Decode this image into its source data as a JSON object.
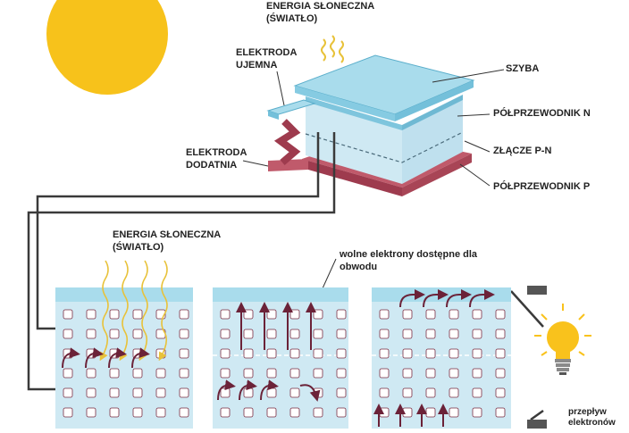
{
  "labels": {
    "sunlight_top_line1": "ENERGIA SŁONECZNA",
    "sunlight_top_line2": "(ŚWIATŁO)",
    "neg_electrode_line1": "ELEKTRODA",
    "neg_electrode_line2": "UJEMNA",
    "pos_electrode_line1": "ELEKTRODA",
    "pos_electrode_line2": "DODATNIA",
    "glass": "SZYBA",
    "n_type": "PÓŁPRZEWODNIK N",
    "pn_junction": "ZŁĄCZE P-N",
    "p_type": "PÓŁPRZEWODNIK P",
    "sunlight_panel_line1": "ENERGIA SŁONECZNA",
    "sunlight_panel_line2": "(ŚWIATŁO)",
    "free_electrons_line1": "wolne elektrony dostępne dla",
    "free_electrons_line2": "obwodu",
    "electron_flow_line1": "przepływ",
    "electron_flow_line2": "elektronów"
  },
  "colors": {
    "sun": "#f7c21b",
    "glass": "#a9dcec",
    "glass_edge": "#5aaecb",
    "panel_body": "#cfe9f3",
    "p_layer": "#c05a6b",
    "electron_arrow": "#6b2238",
    "light_ray": "#e8c23a",
    "wire": "#3a3a3a",
    "bulb": "#f9c21c"
  }
}
